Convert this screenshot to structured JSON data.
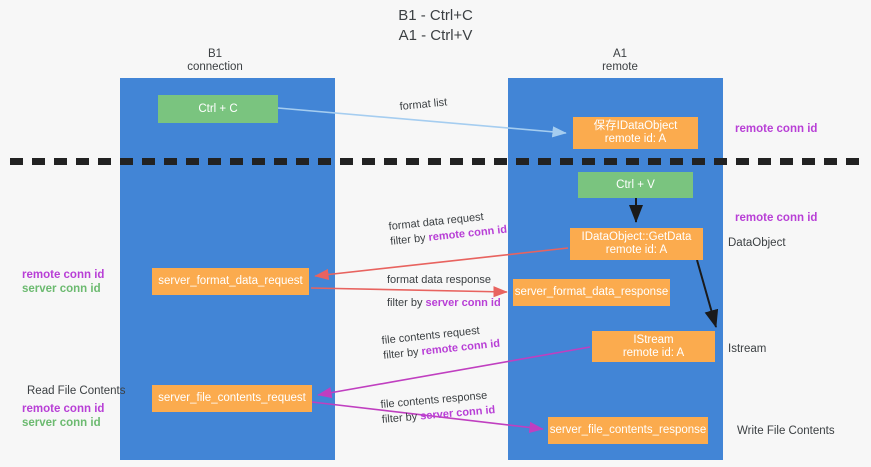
{
  "diagram": {
    "title": "B1 - Ctrl+C\nA1 - Ctrl+V",
    "columns": [
      {
        "id": "b1",
        "label": "B1\nconnection"
      },
      {
        "id": "a1",
        "label": "A1\nremote"
      }
    ],
    "boxes": [
      {
        "id": "ctrl-c",
        "label": "Ctrl + C",
        "color": "#7ac47f",
        "column": "b1"
      },
      {
        "id": "save-idataobject",
        "label": "保存IDataObject\nremote id: A",
        "color": "#fbab4e",
        "column": "a1"
      },
      {
        "id": "ctrl-v",
        "label": "Ctrl + V",
        "color": "#7ac47f",
        "column": "a1"
      },
      {
        "id": "getdata",
        "label": "IDataObject::GetData\nremote id: A",
        "color": "#fbab4e",
        "column": "a1"
      },
      {
        "id": "server-format-data-request",
        "label": "server_format_data_request",
        "color": "#fbab4e",
        "column": "b1"
      },
      {
        "id": "server-format-data-response",
        "label": "server_format_data_response",
        "color": "#fbab4e",
        "column": "a1"
      },
      {
        "id": "istream",
        "label": "IStream\nremote id: A",
        "color": "#fbab4e",
        "column": "a1"
      },
      {
        "id": "server-file-contents-request",
        "label": "server_file_contents_request",
        "color": "#fbab4e",
        "column": "b1"
      },
      {
        "id": "server-file-contents-response",
        "label": "server_file_contents_response",
        "color": "#fbab4e",
        "column": "a1"
      }
    ],
    "edge_labels": {
      "format_list": "format list",
      "format_data_request": "format data request",
      "format_data_request_filter_prefix": "filter by ",
      "format_data_request_filter_key": "remote conn id",
      "format_data_response": "format data response",
      "format_data_response_filter_prefix": "filter by ",
      "format_data_response_filter_key": "server conn id",
      "file_contents_request": "file contents request",
      "file_contents_request_filter_prefix": "filter by ",
      "file_contents_request_filter_key": "remote conn id",
      "file_contents_response": "file contents response",
      "file_contents_response_filter_prefix": "filter by ",
      "file_contents_response_filter_key": "server conn id"
    },
    "right_labels": {
      "remote_conn_id_top": "remote conn id",
      "remote_conn_id_mid": "remote conn id",
      "dataobject": "DataObject",
      "istream": "Istream",
      "write_file_contents": "Write File Contents"
    },
    "left_labels": {
      "remote_conn_id_1": "remote conn id",
      "server_conn_id_1": "server conn id",
      "read_file_contents": "Read File Contents",
      "remote_conn_id_2": "remote conn id",
      "server_conn_id_2": "server conn id"
    },
    "colors": {
      "lane": "#4285d6",
      "box_green": "#7ac47f",
      "box_orange": "#fbab4e",
      "accent_purple": "#b83fd6",
      "accent_green": "#6cba70",
      "arrow_light_blue": "#a5cdf0",
      "arrow_red": "#e8635f",
      "arrow_magenta": "#c03fc0",
      "arrow_black": "#1a1a1a",
      "background": "#f7f7f7"
    }
  }
}
